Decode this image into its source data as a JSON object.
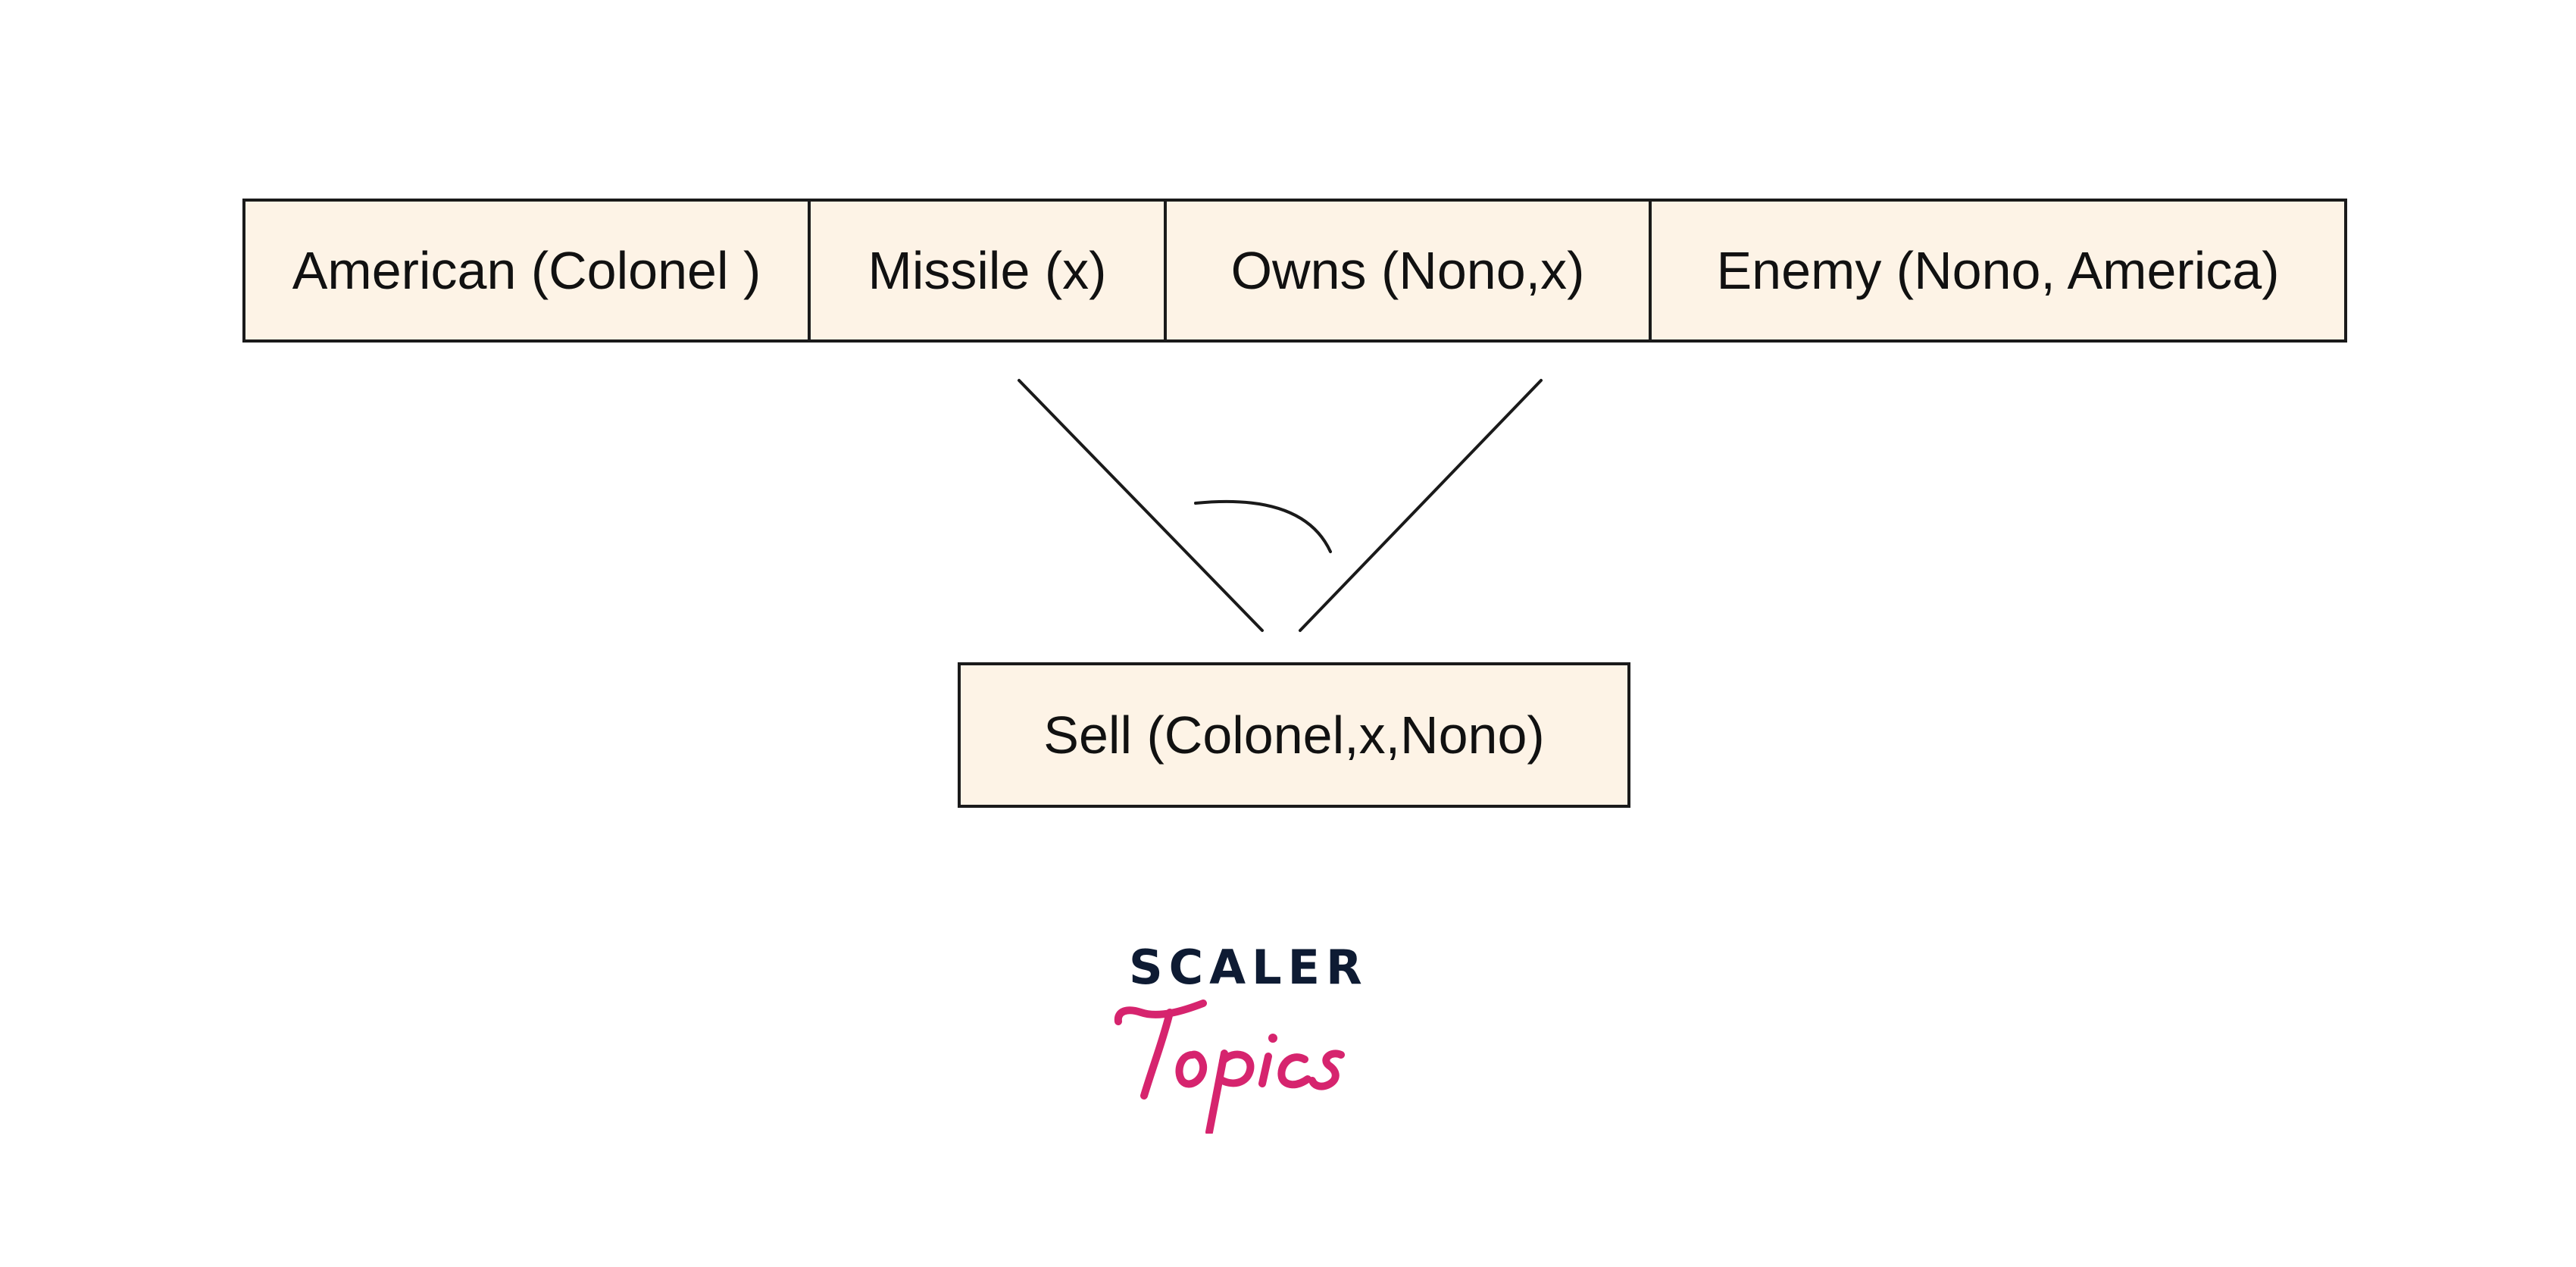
{
  "facts": [
    "American (Colonel )",
    "Missile (x)",
    "Owns (Nono,x)",
    "Enemy (Nono, America)"
  ],
  "conclusion": "Sell (Colonel,x,Nono)",
  "brand": {
    "line1": "SCALER",
    "line2": "Topics",
    "colors": {
      "scaler": "#0e1b33",
      "topics": "#d6246e"
    }
  },
  "colors": {
    "box_fill": "#fdf3e6",
    "stroke": "#1a1a1a"
  }
}
